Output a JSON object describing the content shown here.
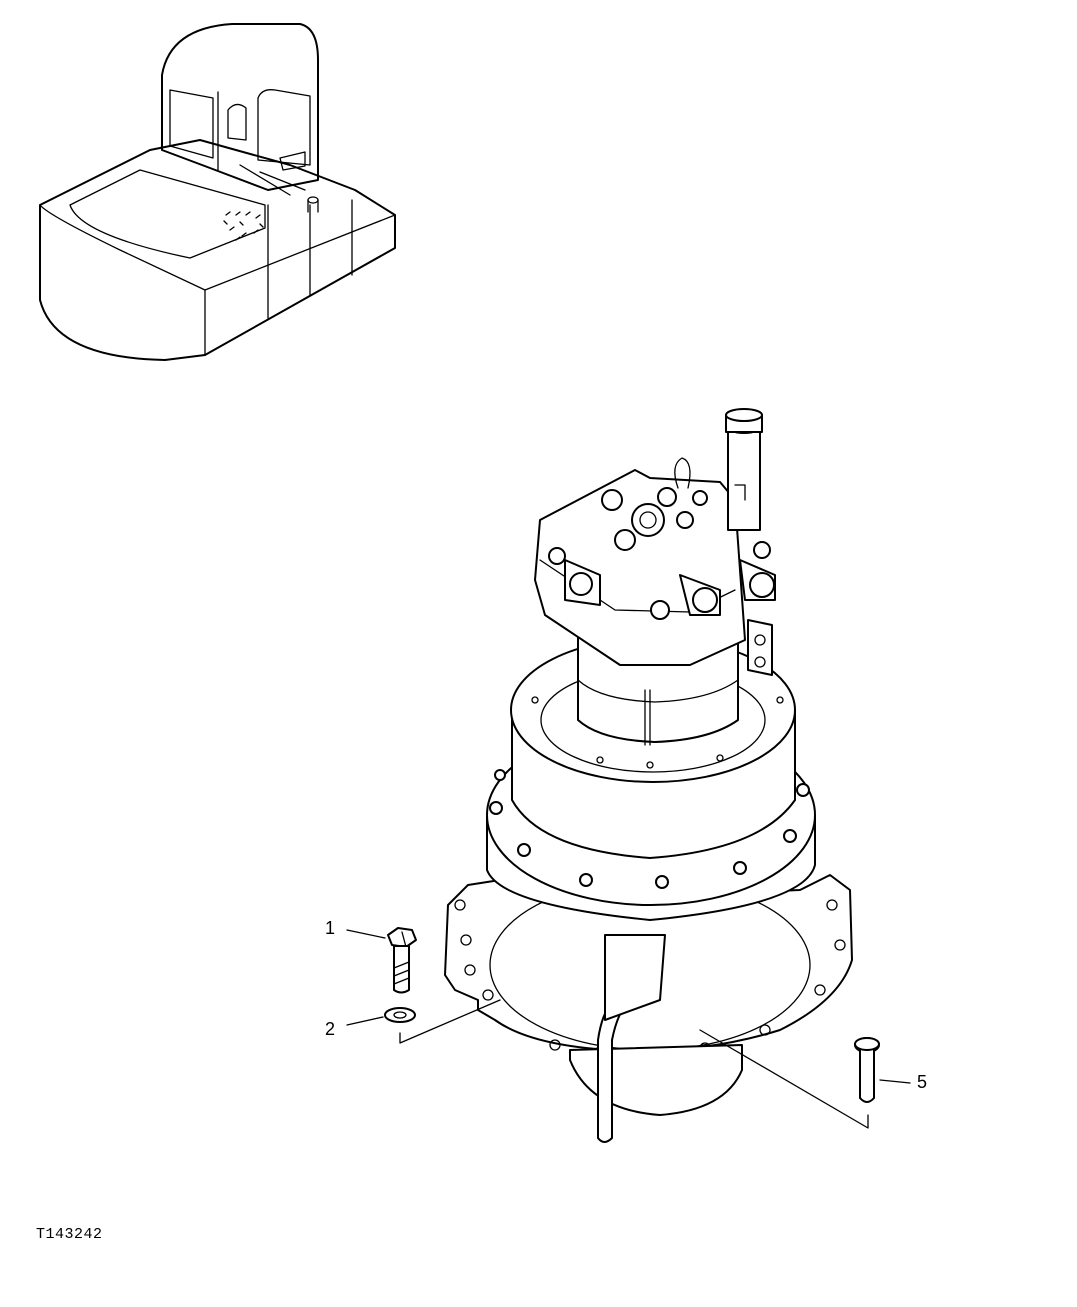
{
  "figure_id": "T143242",
  "callouts": [
    {
      "number": "1"
    },
    {
      "number": "2"
    },
    {
      "number": "5"
    }
  ],
  "colors": {
    "line": "#000000",
    "background": "#ffffff"
  }
}
